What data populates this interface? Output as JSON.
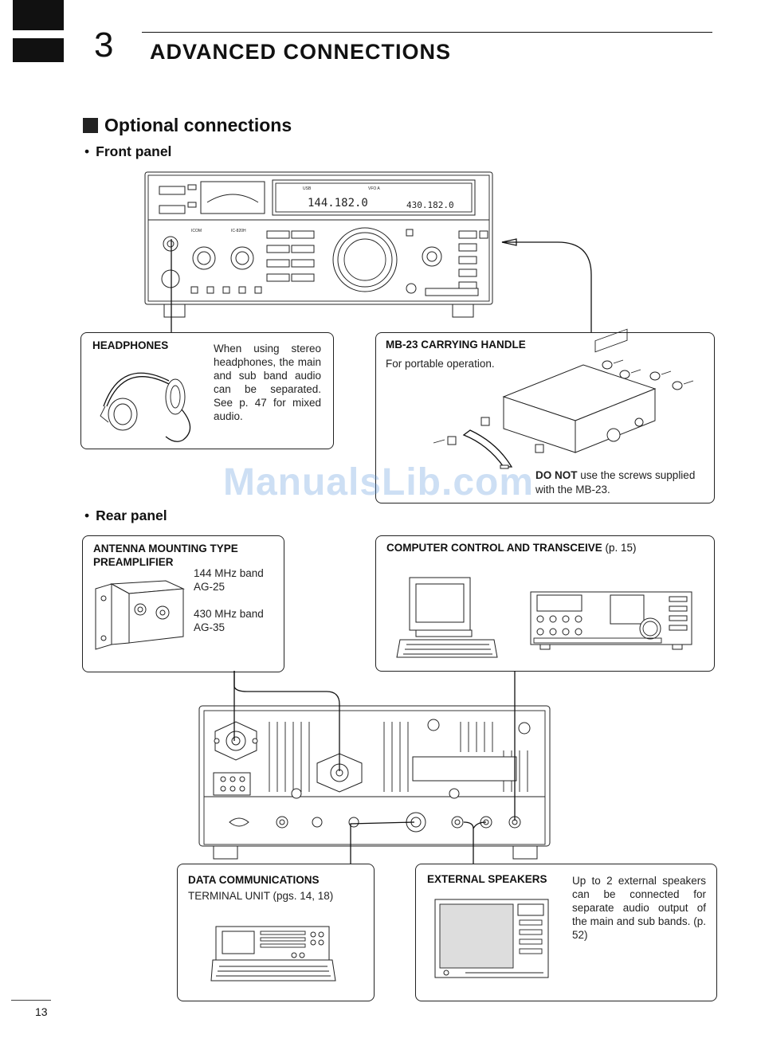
{
  "header": {
    "chapter_number": "3",
    "chapter_title": "ADVANCED CONNECTIONS"
  },
  "section": {
    "title": "Optional connections"
  },
  "front_panel": {
    "heading": "Front panel",
    "display_main_freq": "144.182.0",
    "display_sub_freq": "430.182.0",
    "display_main_mode": "USB",
    "display_vfo": "VFO A",
    "brand": "ICOM",
    "model": "IC-820H"
  },
  "headphones": {
    "title": "HEADPHONES",
    "text": "When using stereo headphones, the main and sub band audio can be separated. See p. 47 for mixed audio."
  },
  "mb23": {
    "title": "MB-23 CARRYING HANDLE",
    "text": "For portable operation.",
    "note_bold": "DO NOT",
    "note_rest": " use the screws supplied",
    "note_line2": "with the MB-23."
  },
  "watermark": "ManualsLib.com",
  "rear_panel": {
    "heading": "Rear panel"
  },
  "antenna": {
    "title_line1": "ANTENNA MOUNTING TYPE",
    "title_line2": "PREAMPLIFIER",
    "band1": "144 MHz band",
    "model1": "AG-25",
    "band2": "430 MHz band",
    "model2": "AG-35"
  },
  "computer": {
    "title": "COMPUTER CONTROL AND TRANSCEIVE",
    "ref": " (p. 15)"
  },
  "data_comm": {
    "title": "DATA COMMUNICATIONS",
    "subtitle": "TERMINAL UNIT (pgs. 14, 18)"
  },
  "speakers": {
    "title": "EXTERNAL SPEAKERS",
    "text": "Up to 2 external speakers can be connected for separate audio output of the main and sub bands. (p. 52)"
  },
  "page_number": "13"
}
